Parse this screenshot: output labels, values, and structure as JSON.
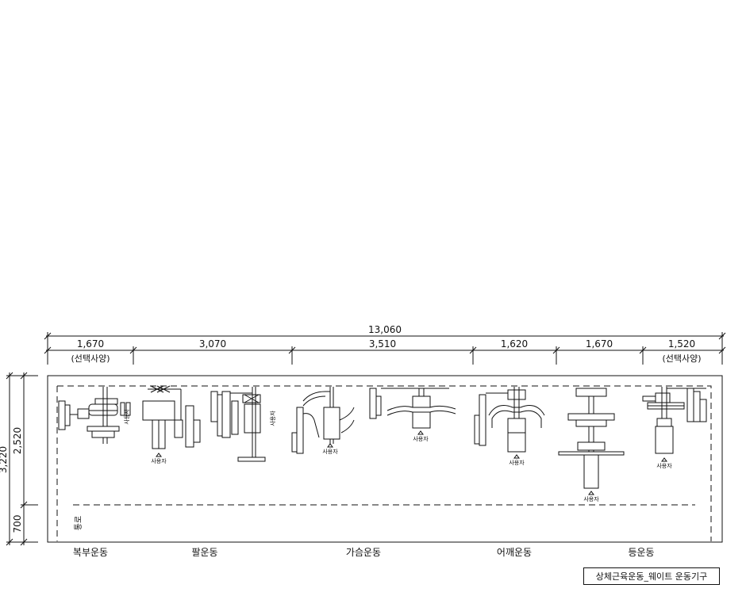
{
  "dimensions": {
    "total": "13,060",
    "segments": [
      "1,670",
      "3,070",
      "3,510",
      "1,620",
      "1,670",
      "1,520"
    ],
    "optional_left": "(선택사양)",
    "optional_right": "(선택사양)",
    "height_total": "3,220",
    "height_zone": "2,520",
    "height_aisle": "700"
  },
  "aisle_label": "통로",
  "user_label": "사용자",
  "zones": [
    "복부운동",
    "팔운동",
    "가슴운동",
    "어깨운동",
    "등운동"
  ],
  "title": "상체근육운동_웨이트 운동기구"
}
